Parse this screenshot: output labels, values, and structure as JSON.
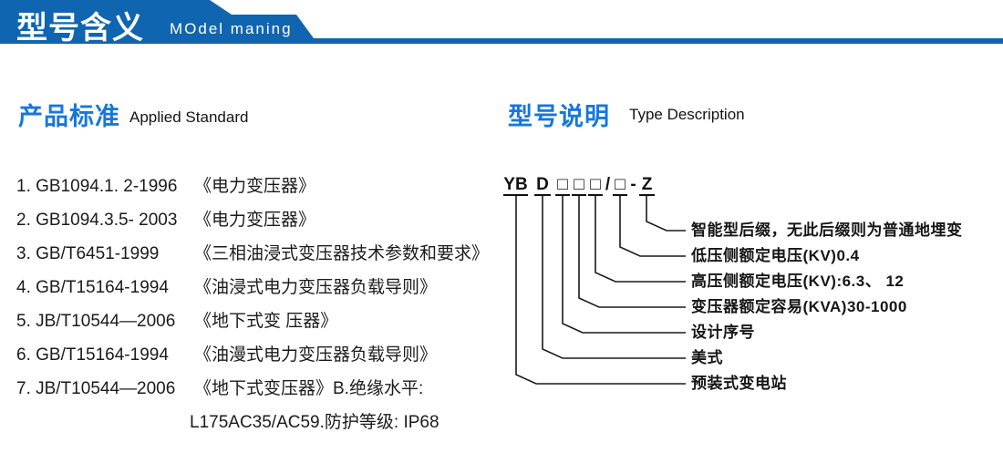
{
  "header": {
    "title": "型号含义",
    "subtitle": "MOdel maning"
  },
  "left_section": {
    "heading_zh": "产品标准",
    "heading_en": "Applied Standard",
    "standards": [
      {
        "code": "1. GB1094.1. 2-1996",
        "title": "《电力变压器》"
      },
      {
        "code": "2. GB1094.3.5- 2003",
        "title": "《电力变压器》"
      },
      {
        "code": "3. GB/T6451-1999",
        "title": "《三相油浸式变压器技术参数和要求》"
      },
      {
        "code": "4. GB/T15164-1994",
        "title": "《油浸式电力变压器负载导则》"
      },
      {
        "code": "5. JB/T10544—2006",
        "title": "《地下式变 压器》"
      },
      {
        "code": "6. GB/T15164-1994",
        "title": "《油漫式电力变压器负载导则》"
      },
      {
        "code": "7. JB/T10544—2006",
        "title": "《地下式变压器》B.绝缘水平:"
      }
    ],
    "continuation": "L175AC35/AC59.防护等级: IP68"
  },
  "right_section": {
    "heading_zh": "型号说明",
    "heading_en": "Type Description",
    "model_code": {
      "segments": [
        {
          "text": "YB"
        },
        {
          "text": "D"
        },
        {
          "text": "□"
        },
        {
          "text": "□"
        },
        {
          "text": "□"
        },
        {
          "text": "/"
        },
        {
          "text": "□"
        },
        {
          "text": "-"
        },
        {
          "text": "Z"
        }
      ]
    },
    "labels": [
      "智能型后缀，无此后缀则为普通地埋变",
      "低压侧额定电压(KV)0.4",
      "高压侧额定电压(KV):6.3、 12",
      "变压器额定容易(KVA)30-1000",
      "设计序号",
      "美式",
      "预装式变电站"
    ]
  },
  "colors": {
    "header_blue": "#1065b0",
    "heading_blue": "#1677dd",
    "text": "#1b1b1b"
  }
}
